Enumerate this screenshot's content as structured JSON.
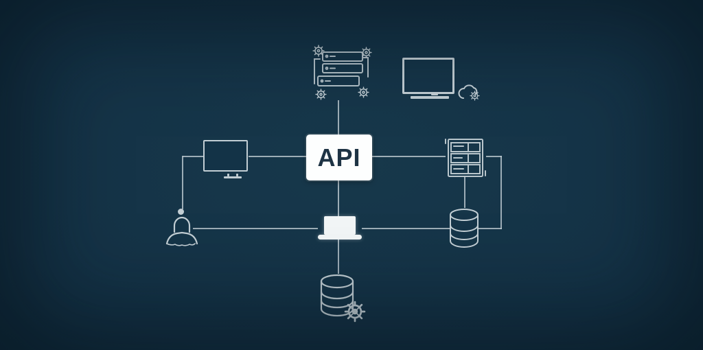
{
  "diagram": {
    "api_label": "API",
    "colors": {
      "background_center": "#17384b",
      "background_edge": "#0a202d",
      "line": "#c2ced4",
      "api_box_bg": "#fdfefe",
      "api_box_text": "#1e3344",
      "laptop_fill": "#f2f6f7"
    },
    "nodes": [
      {
        "id": "backend-server",
        "icon": "server-gears-icon",
        "position": "top-center"
      },
      {
        "id": "client-workstation",
        "icon": "monitor-cloud-icon",
        "position": "top-right"
      },
      {
        "id": "client-monitor",
        "icon": "monitor-icon",
        "position": "middle-left"
      },
      {
        "id": "api",
        "icon": "api-box",
        "label": "API",
        "position": "center"
      },
      {
        "id": "server-rack",
        "icon": "server-rack-icon",
        "position": "middle-right"
      },
      {
        "id": "user",
        "icon": "user-icon",
        "position": "bottom-left"
      },
      {
        "id": "laptop",
        "icon": "laptop-icon",
        "position": "bottom-center"
      },
      {
        "id": "database-right",
        "icon": "database-icon",
        "position": "right"
      },
      {
        "id": "database-bottom",
        "icon": "database-gear-icon",
        "position": "bottom"
      }
    ],
    "connections": [
      "backend-server to api",
      "client-monitor to api",
      "client-monitor corner down to user",
      "api to server-rack",
      "server-rack corner down to database-right",
      "server-rack to database-right",
      "user to database-right through laptop",
      "api to laptop",
      "laptop to database-bottom"
    ]
  }
}
